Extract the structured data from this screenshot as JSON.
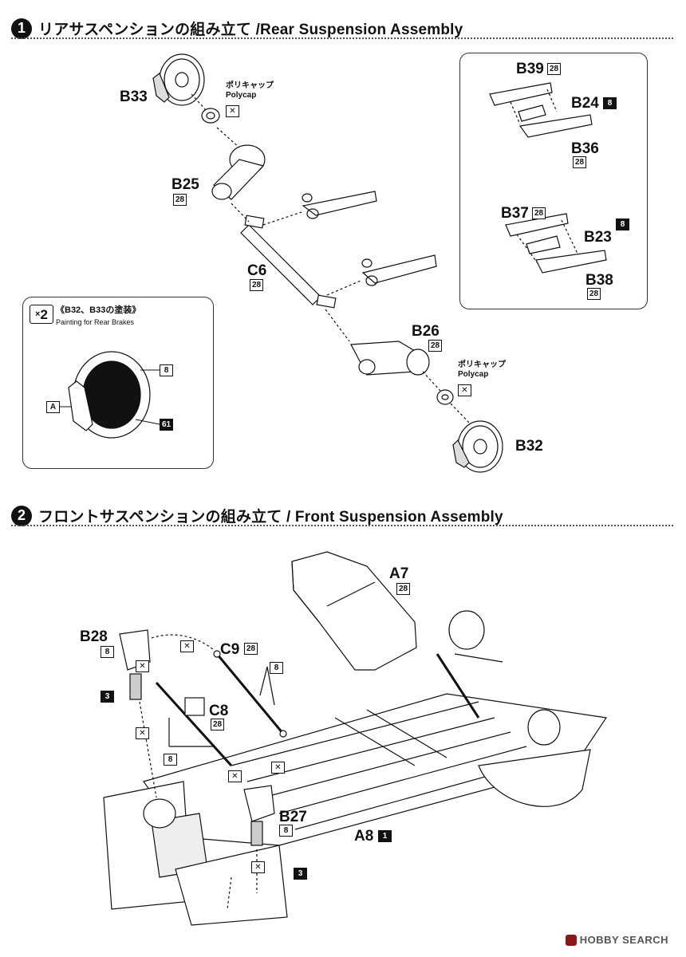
{
  "step1": {
    "number": "1",
    "title": "リアサスペンションの組み立て /Rear Suspension Assembly"
  },
  "step2": {
    "number": "2",
    "title": "フロントサスペンションの組み立て / Front Suspension Assembly"
  },
  "polycap": {
    "jp": "ポリキャップ",
    "en": "Polycap"
  },
  "rear_parts": {
    "b33": "B33",
    "b25": "B25",
    "b25_color": "28",
    "c6": "C6",
    "c6_color": "28",
    "b26": "B26",
    "b26_color": "28",
    "b32": "B32"
  },
  "arm_box": {
    "b39": "B39",
    "b39_color": "28",
    "b24": "B24",
    "b24_color": "8",
    "b36": "B36",
    "b36_color": "28",
    "b37": "B37",
    "b37_color": "28",
    "b23": "B23",
    "b23_color": "8",
    "b38": "B38",
    "b38_color": "28"
  },
  "paint_box": {
    "multiplier": "2",
    "title": "《B32、B33の塗装》",
    "subtitle": "Painting for Rear Brakes",
    "c8": "8",
    "cA": "A",
    "c61": "61"
  },
  "front_parts": {
    "a7": "A7",
    "a7_color": "28",
    "b28": "B28",
    "b28_color": "8",
    "c9": "C9",
    "c9_color": "28",
    "c8": "C8",
    "c8_color": "28",
    "b27": "B27",
    "b27_color": "8",
    "a8": "A8",
    "a8_color": "1",
    "color3": "3",
    "color8": "8"
  },
  "watermark": "HOBBY SEARCH"
}
